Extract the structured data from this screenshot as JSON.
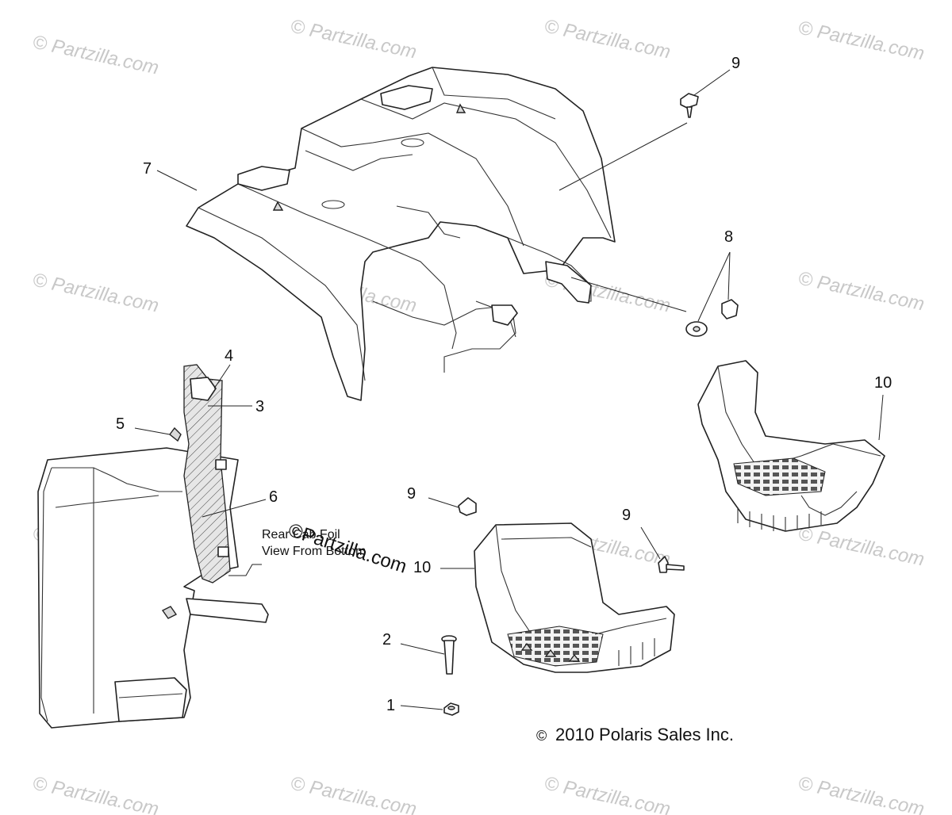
{
  "diagram": {
    "watermark": "© Partzilla.com",
    "center_watermark": "©Partzilla.com",
    "copyright": "2010 Polaris Sales Inc.",
    "copyright_symbol": "©",
    "note_line1": "Rear Cab Foil",
    "note_line2": "View From Bottom",
    "callouts": {
      "c9a": "9",
      "c7": "7",
      "c8": "8",
      "c4": "4",
      "c3": "3",
      "c5": "5",
      "c10a": "10",
      "c6": "6",
      "c9b": "9",
      "c9c": "9",
      "c10b": "10",
      "c2": "2",
      "c1": "1"
    },
    "colors": {
      "line": "#222222",
      "watermark": "#c8c8c8",
      "shade": "#d9d9d9"
    }
  }
}
